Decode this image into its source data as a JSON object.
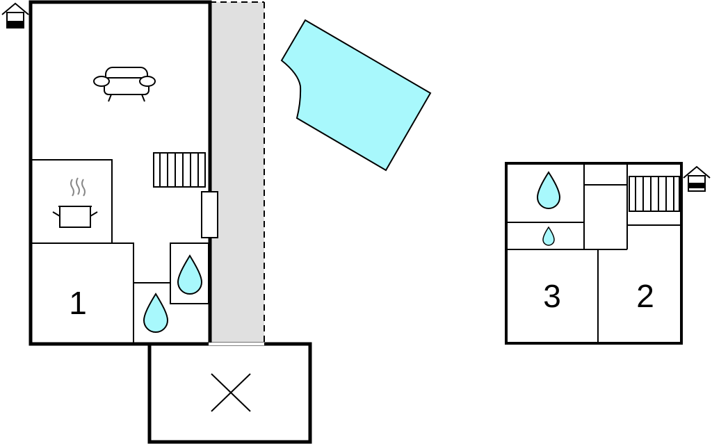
{
  "plan": {
    "rooms": [
      {
        "id": "bedroom-1",
        "label": "1"
      },
      {
        "id": "bedroom-2",
        "label": "2"
      },
      {
        "id": "bedroom-3",
        "label": "3"
      }
    ],
    "icons": [
      "house-entrance-icon",
      "sofa-icon",
      "stairs-icon",
      "cooking-pot-icon",
      "water-drop-icon",
      "terrace-cross-icon",
      "pool-shape"
    ],
    "colors": {
      "wall": "#000000",
      "terrace": "#e0e0e0",
      "pool": "#a8f8fc",
      "drop": "#a8f8fc",
      "background": "#ffffff"
    }
  }
}
